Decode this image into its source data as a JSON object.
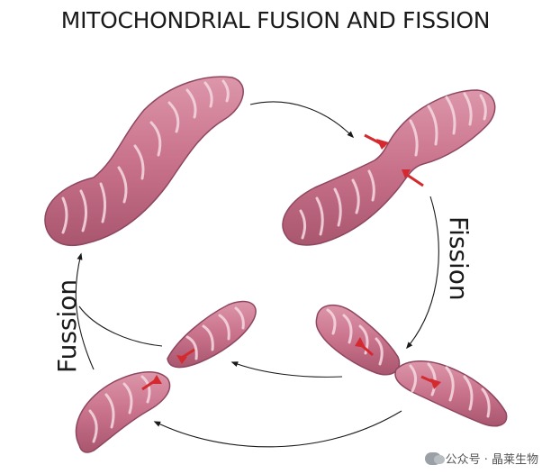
{
  "title": "MITOCHONDRIAL FUSION AND FISSION",
  "labels": {
    "fission": "Fission",
    "fusion": "Fussion"
  },
  "watermark": "公众号 · 晶莱生物",
  "colors": {
    "mito_fill": "#c9728c",
    "mito_edge": "#8e4760",
    "cristae": "#f3d5de",
    "arrow_red": "#d42a2f",
    "arrow_black": "#1a1a1a"
  }
}
